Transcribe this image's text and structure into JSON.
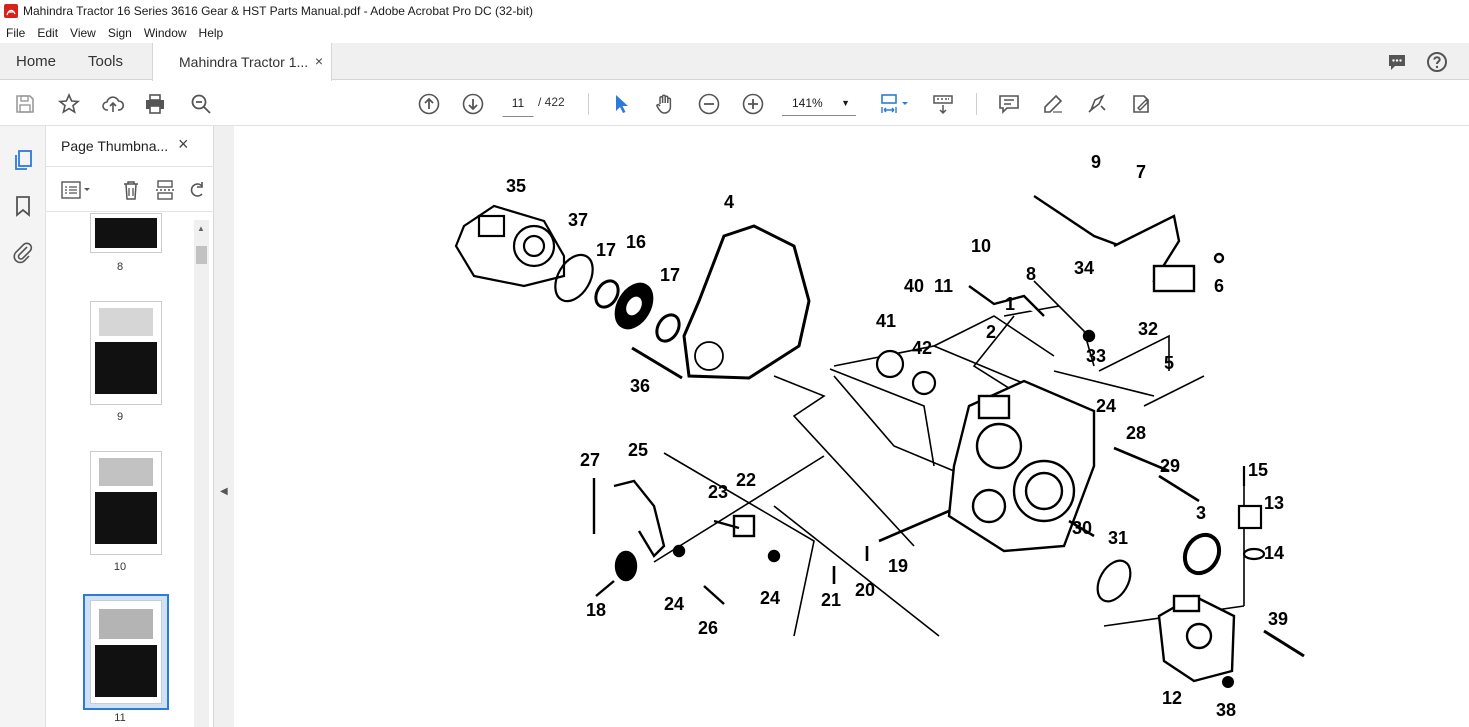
{
  "window": {
    "title": "Mahindra Tractor 16 Series 3616 Gear & HST  Parts Manual.pdf - Adobe Acrobat Pro DC (32-bit)"
  },
  "menu": [
    "File",
    "Edit",
    "View",
    "Sign",
    "Window",
    "Help"
  ],
  "tabs": {
    "home": "Home",
    "tools": "Tools",
    "document": "Mahindra Tractor 1...",
    "close": "×"
  },
  "toolbar": {
    "page_current": "11",
    "page_total": "/ 422",
    "zoom": "141%"
  },
  "panel": {
    "title": "Page Thumbna...",
    "close": "×",
    "thumbnails": [
      {
        "label": "8"
      },
      {
        "label": "9"
      },
      {
        "label": "10"
      },
      {
        "label": "11",
        "selected": true
      }
    ]
  },
  "diagram": {
    "callouts": [
      "35",
      "37",
      "17",
      "16",
      "17",
      "4",
      "36",
      "9",
      "7",
      "34",
      "10",
      "8",
      "11",
      "40",
      "1",
      "2",
      "41",
      "42",
      "6",
      "32",
      "33",
      "5",
      "24",
      "28",
      "29",
      "15",
      "13",
      "3",
      "14",
      "27",
      "25",
      "22",
      "23",
      "18",
      "24",
      "24",
      "26",
      "21",
      "20",
      "19",
      "30",
      "31",
      "39",
      "12",
      "38"
    ]
  },
  "colors": {
    "accent": "#2d7bd6",
    "pdf_red": "#d9211c"
  }
}
